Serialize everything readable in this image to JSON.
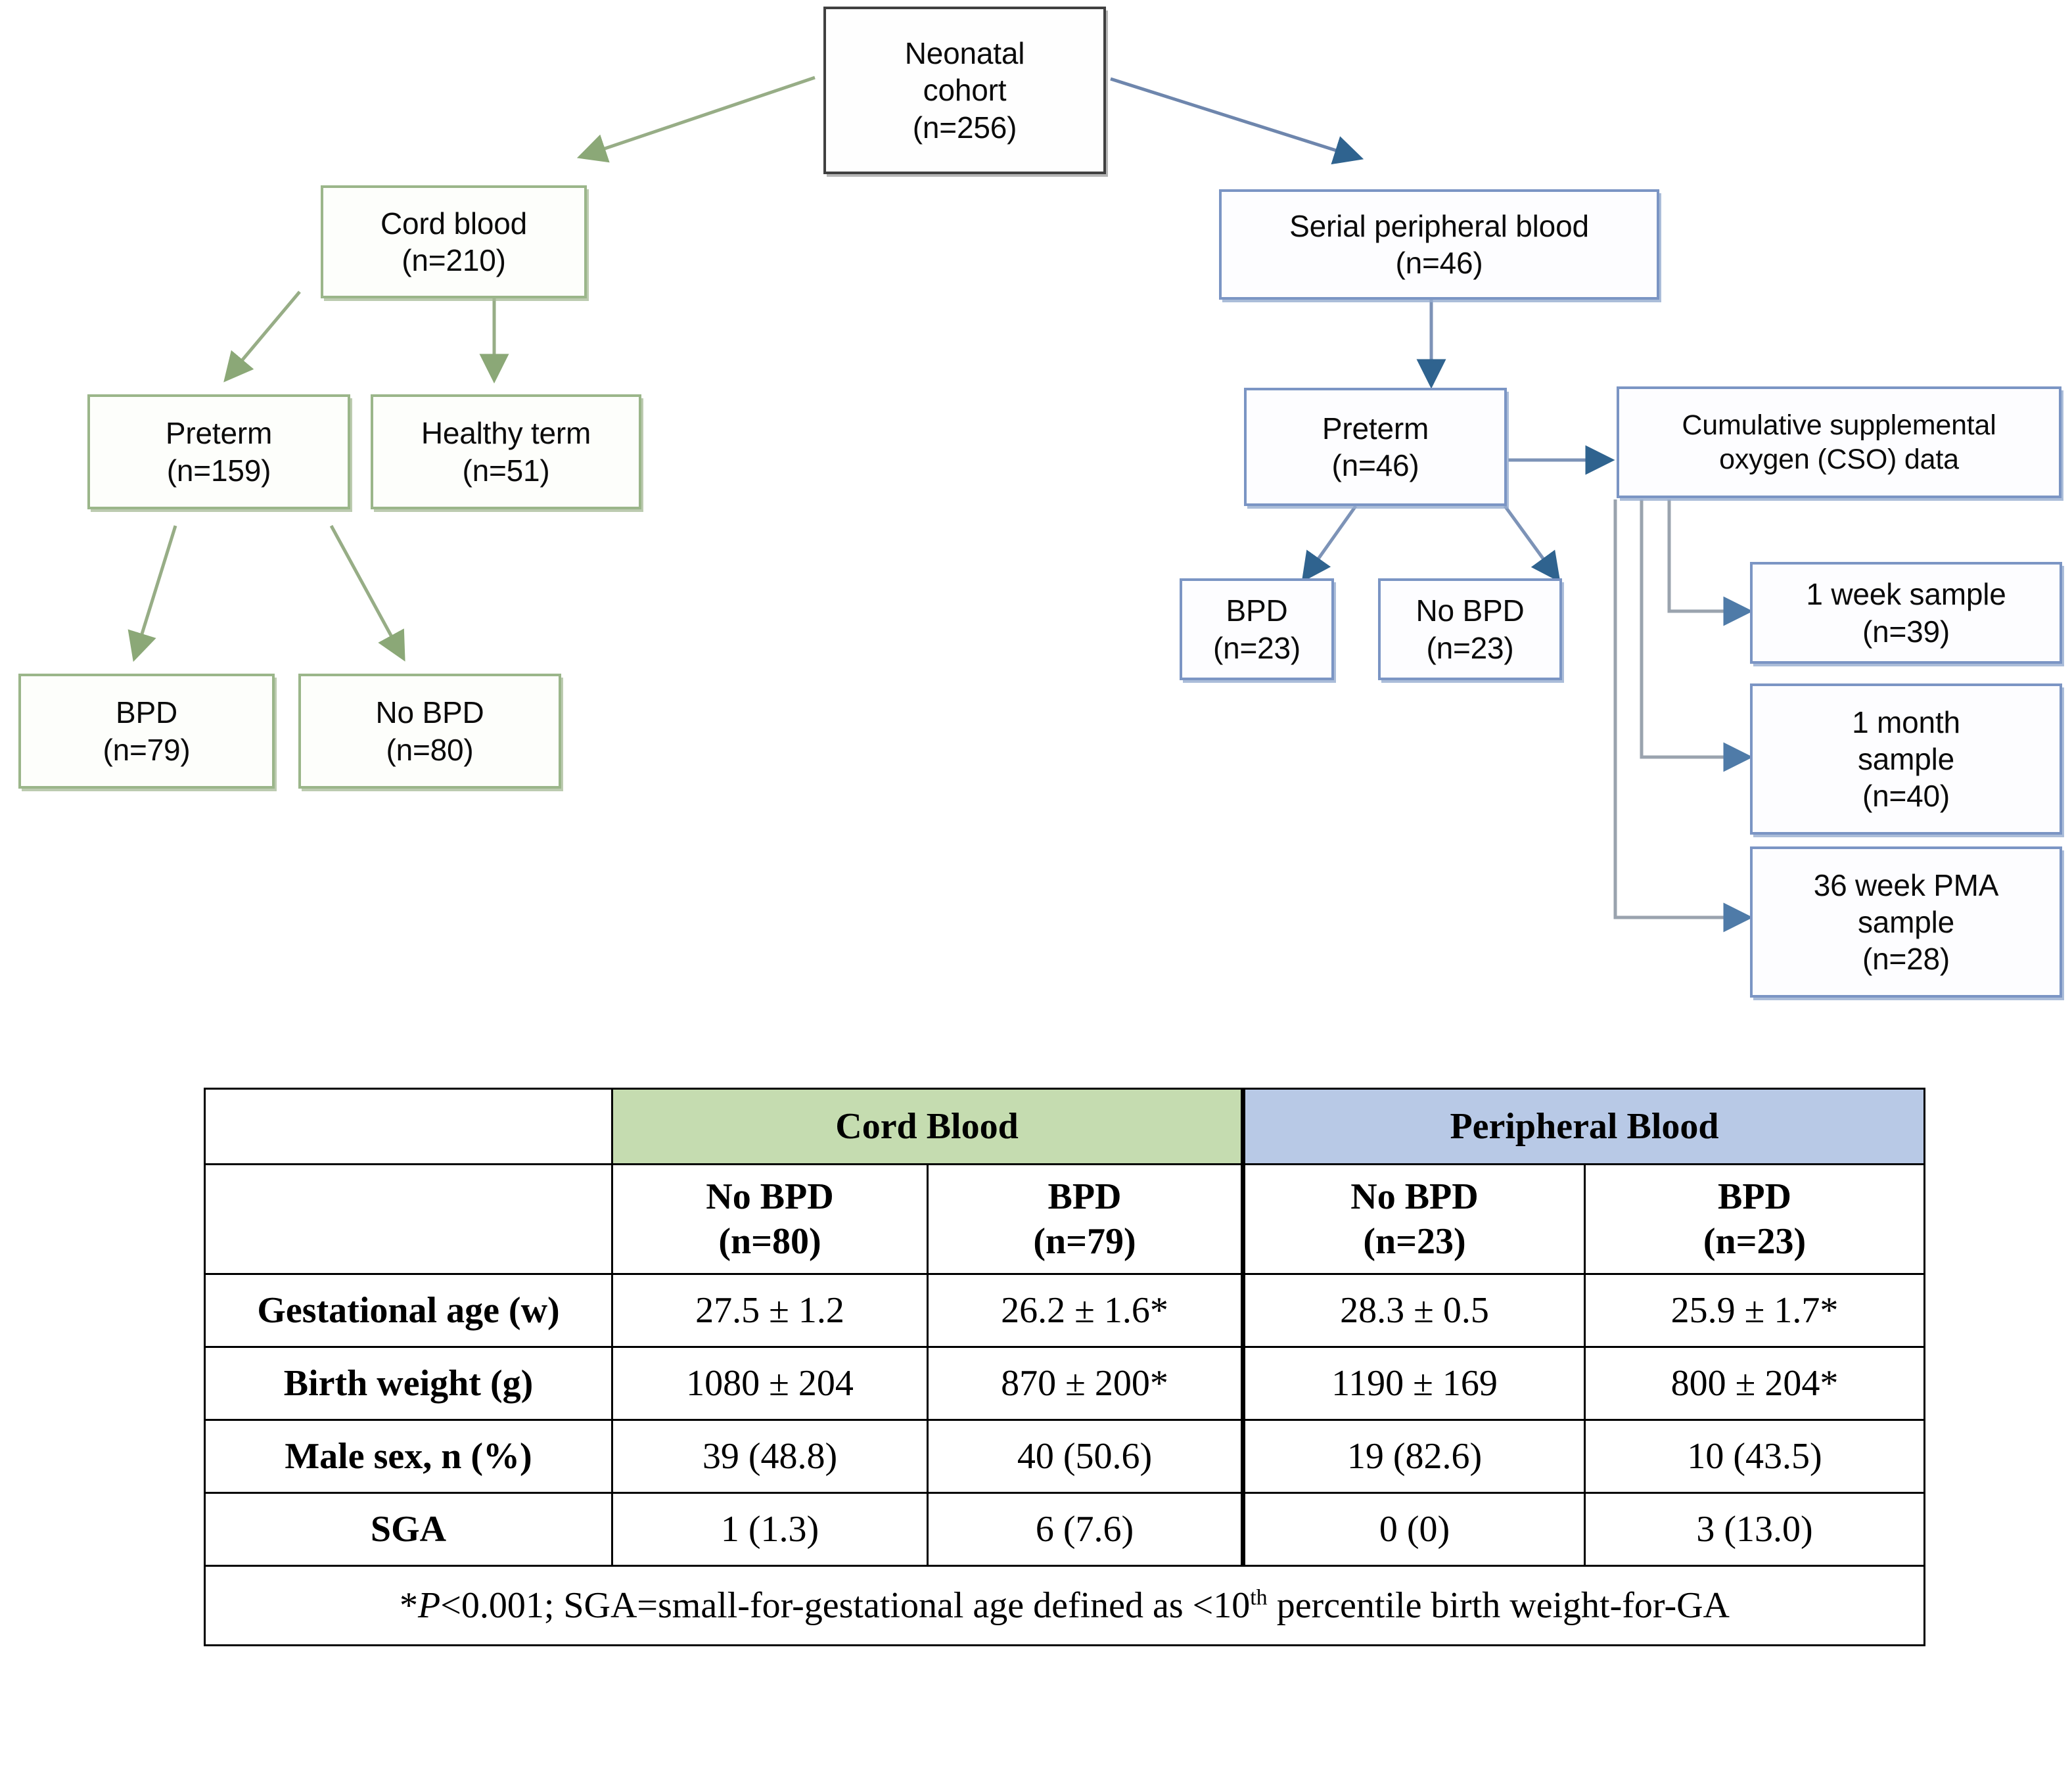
{
  "flowchart": {
    "nodes": {
      "root": {
        "line1": "Neonatal",
        "line2": "cohort",
        "line3": "(n=256)"
      },
      "cord_blood": {
        "line1": "Cord blood",
        "line2": "(n=210)"
      },
      "cord_preterm": {
        "line1": "Preterm",
        "line2": "(n=159)"
      },
      "healthy_term": {
        "line1": "Healthy term",
        "line2": "(n=51)"
      },
      "cord_bpd": {
        "line1": "BPD",
        "line2": "(n=79)"
      },
      "cord_no_bpd": {
        "line1": "No BPD",
        "line2": "(n=80)"
      },
      "serial_peripheral": {
        "line1": "Serial peripheral blood",
        "line2": "(n=46)"
      },
      "periph_preterm": {
        "line1": "Preterm",
        "line2": "(n=46)"
      },
      "periph_bpd": {
        "line1": "BPD",
        "line2": "(n=23)"
      },
      "periph_no_bpd": {
        "line1": "No BPD",
        "line2": "(n=23)"
      },
      "cso": {
        "line1": "Cumulative supplemental",
        "line2": "oxygen (CSO) data"
      },
      "week1": {
        "line1": "1 week sample",
        "line2": "(n=39)"
      },
      "month1": {
        "line1": "1 month",
        "line2": "sample",
        "line3": "(n=40)"
      },
      "pma36": {
        "line1": "36 week PMA",
        "line2": "sample",
        "line3": "(n=28)"
      }
    },
    "colors": {
      "root_border": "#404040",
      "green_border": "#9bb68a",
      "blue_border": "#7b95c4",
      "green_arrow": "#8ba877",
      "blue_arrow": "#3c6d9e",
      "gray_arrow": "#9aa3ae"
    }
  },
  "table": {
    "group_headers": {
      "blank": "",
      "cord_blood": "Cord Blood",
      "peripheral_blood": "Peripheral Blood"
    },
    "sub_headers": [
      {
        "line1": "",
        "line2": ""
      },
      {
        "line1": "No BPD",
        "line2": "(n=80)"
      },
      {
        "line1": "BPD",
        "line2": "(n=79)"
      },
      {
        "line1": "No BPD",
        "line2": "(n=23)"
      },
      {
        "line1": "BPD",
        "line2": "(n=23)"
      }
    ],
    "rows": [
      {
        "label": "Gestational age (w)",
        "cord_no_bpd": "27.5 ± 1.2",
        "cord_bpd": "26.2 ± 1.6*",
        "periph_no_bpd": "28.3 ± 0.5",
        "periph_bpd": "25.9 ± 1.7*"
      },
      {
        "label": "Birth weight (g)",
        "cord_no_bpd": "1080 ± 204",
        "cord_bpd": "870 ± 200*",
        "periph_no_bpd": "1190 ± 169",
        "periph_bpd": "800 ± 204*"
      },
      {
        "label": "Male sex, n (%)",
        "cord_no_bpd": "39 (48.8)",
        "cord_bpd": "40 (50.6)",
        "periph_no_bpd": "19 (82.6)",
        "periph_bpd": "10 (43.5)"
      },
      {
        "label": "SGA",
        "cord_no_bpd": "1 (1.3)",
        "cord_bpd": "6 (7.6)",
        "periph_no_bpd": "0 (0)",
        "periph_bpd": "3 (13.0)"
      }
    ],
    "footnote": {
      "star": "*",
      "p_italic": "P",
      "rest_a": "<0.001; SGA=small-for-gestational  age defined as <10",
      "sup": "th",
      "rest_b": " percentile birth weight-for-GA"
    },
    "colors": {
      "cord_header_bg": "#c5dcb0",
      "peripheral_header_bg": "#b8c9e6",
      "border": "#000000"
    }
  }
}
